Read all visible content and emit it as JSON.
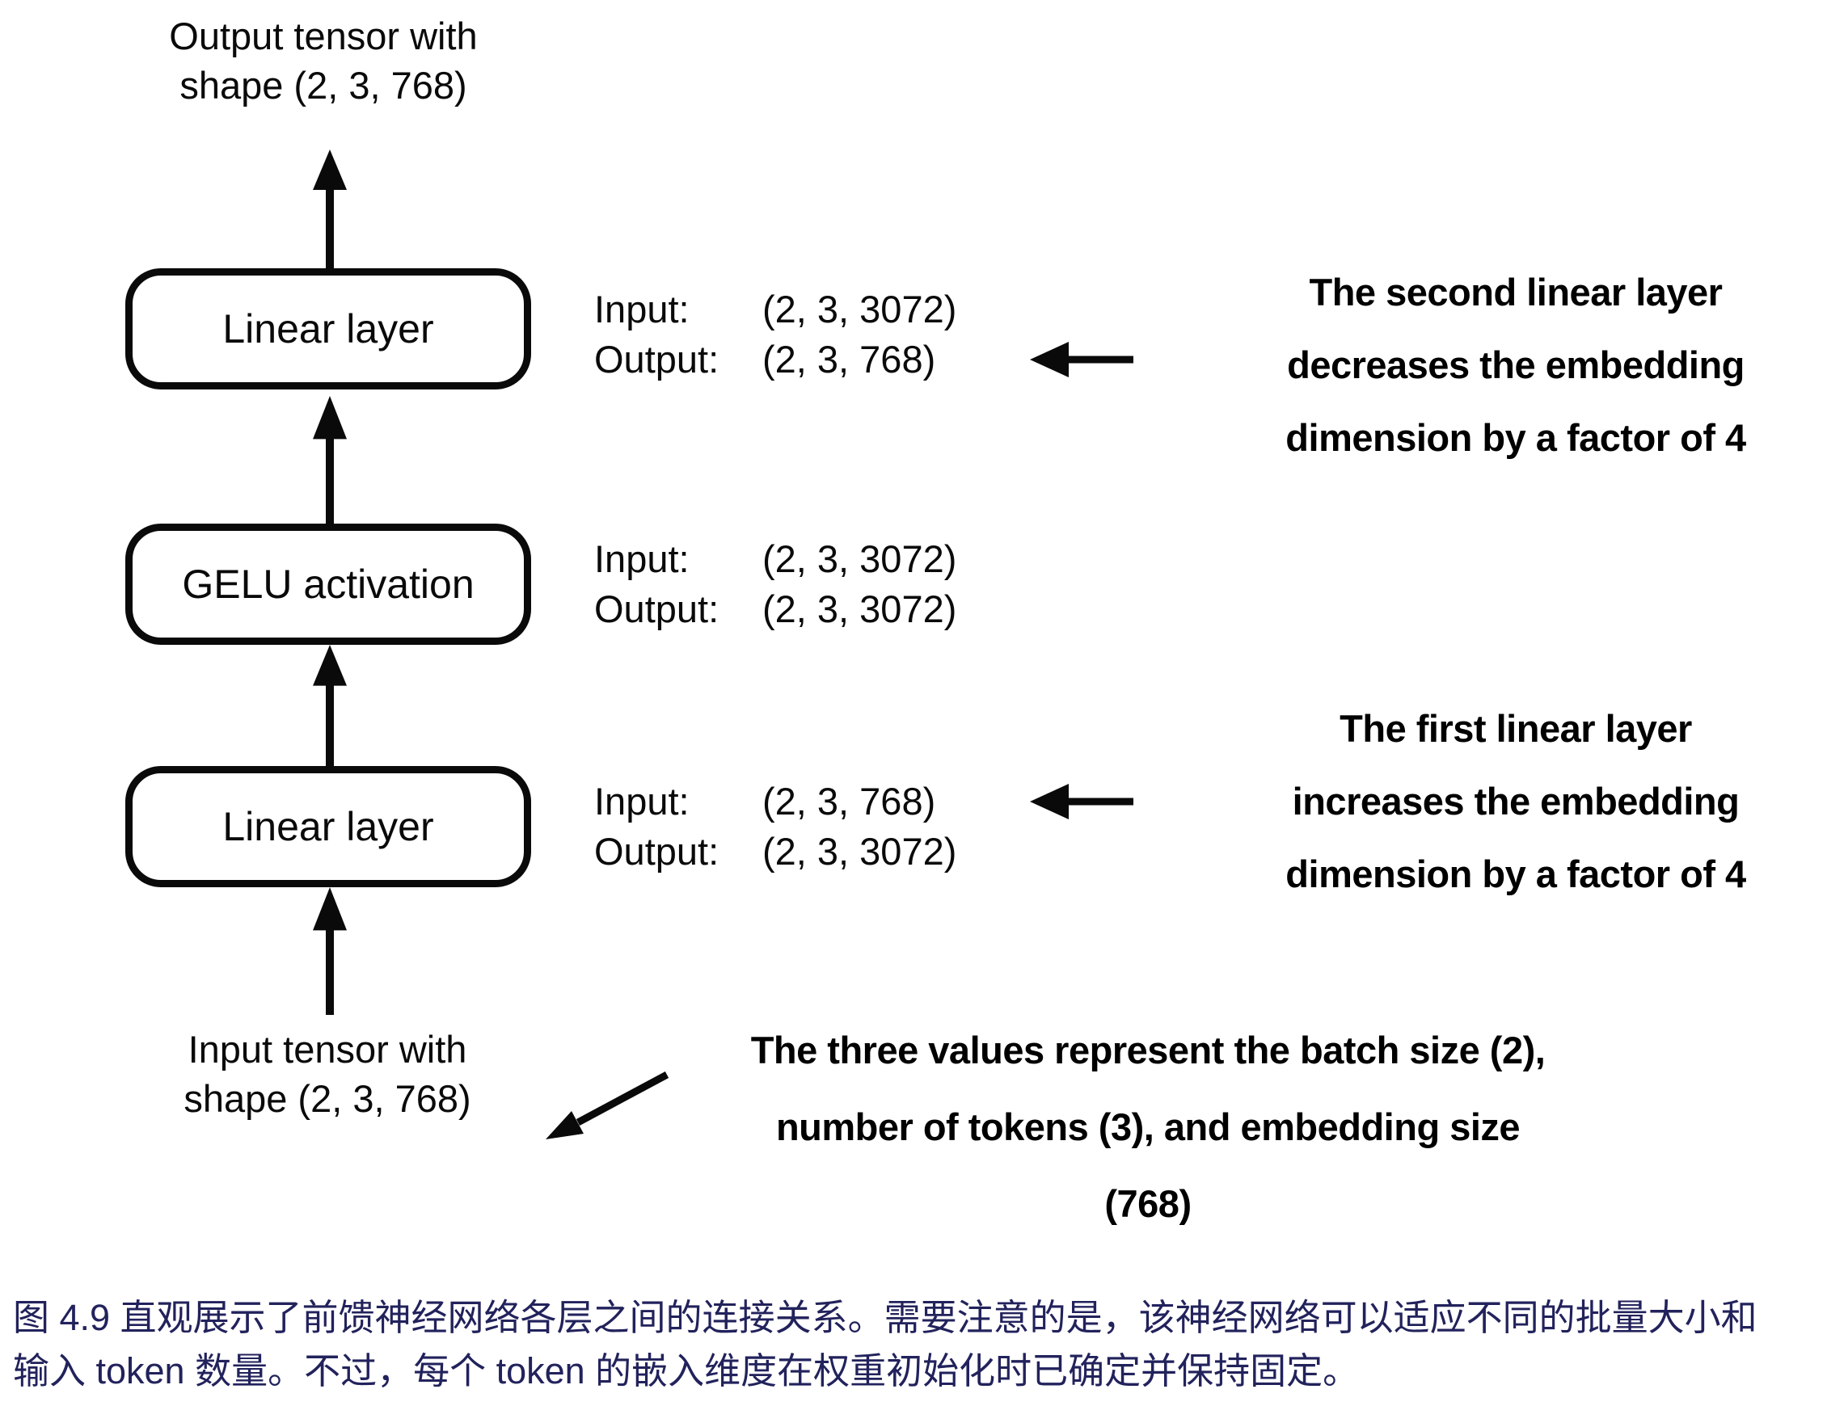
{
  "diagram": {
    "output_tensor_label": "Output tensor with\nshape (2, 3, 768)",
    "input_tensor_label": "Input tensor with\nshape (2, 3, 768)",
    "layers": [
      {
        "name": "Linear layer",
        "io": {
          "input_label": "Input:",
          "input_value": "(2, 3, 3072)",
          "output_label": "Output:",
          "output_value": "(2, 3, 768)"
        }
      },
      {
        "name": "GELU activation",
        "io": {
          "input_label": "Input:",
          "input_value": "(2, 3, 3072)",
          "output_label": "Output:",
          "output_value": "(2, 3, 3072)"
        }
      },
      {
        "name": "Linear layer",
        "io": {
          "input_label": "Input:",
          "input_value": "(2, 3, 768)",
          "output_label": "Output:",
          "output_value": "(2, 3, 3072)"
        }
      }
    ],
    "annotations": {
      "second_linear": "The second linear layer\ndecreases the embedding\ndimension by a factor of 4",
      "first_linear": "The first linear layer\nincreases the embedding\ndimension by a factor of 4",
      "tensor_shape": "The three values represent the batch size (2),\nnumber of tokens (3), and embedding size\n(768)"
    }
  },
  "caption": {
    "figure_number": "图 4.9",
    "text": "图 4.9 直观展示了前馈神经网络各层之间的连接关系。需要注意的是，该神经网络可以适应不同的批量大小和\n输入 token 数量。不过，每个 token 的嵌入维度在权重初始化时已确定并保持固定。",
    "color": "#22225c"
  },
  "colors": {
    "diagram_ink": "#0a0a0a",
    "background": "#ffffff"
  }
}
